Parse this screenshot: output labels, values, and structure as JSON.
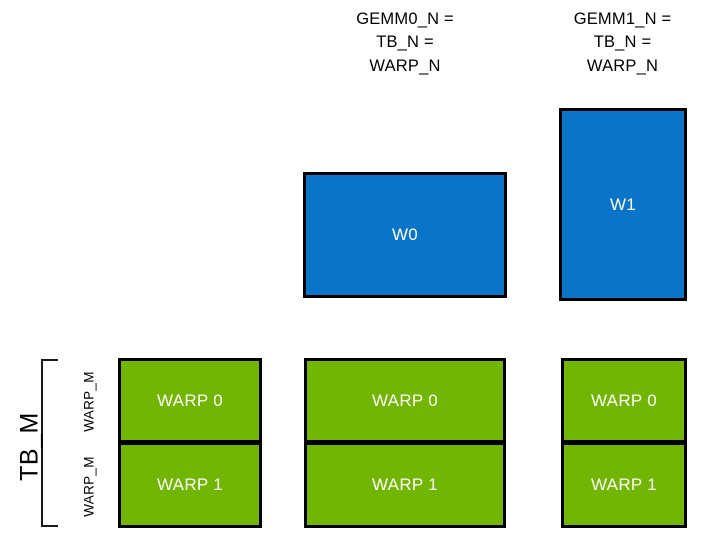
{
  "diagram": {
    "title_implicit": "GEMM warp tiling layout",
    "background_color": "#ffffff",
    "colors": {
      "warp_tile_blue": "#0a74c8",
      "warp_block_green": "#70b603",
      "border_black": "#000000",
      "label_text": "#000000",
      "box_text": "#ffffff"
    }
  },
  "headers": [
    {
      "id": "gemm0",
      "text": "GEMM0_N =\nTB_N =\nWARP_N"
    },
    {
      "id": "gemm1",
      "text": "GEMM1_N =\nTB_N =\nWARP_N"
    }
  ],
  "blue_boxes": [
    {
      "id": "w0",
      "label": "W0"
    },
    {
      "id": "w1",
      "label": "W1"
    }
  ],
  "green_columns": [
    {
      "id": "column-1",
      "cells": [
        {
          "label": "WARP 0"
        },
        {
          "label": "WARP 1"
        }
      ]
    },
    {
      "id": "column-2",
      "cells": [
        {
          "label": "WARP 0"
        },
        {
          "label": "WARP 1"
        }
      ]
    },
    {
      "id": "column-3",
      "cells": [
        {
          "label": "WARP 0"
        },
        {
          "label": "WARP 1"
        }
      ]
    }
  ],
  "side_labels": {
    "tb_m": "TB_M",
    "warp_m_top": "WARP_M",
    "warp_m_bottom": "WARP_M"
  }
}
